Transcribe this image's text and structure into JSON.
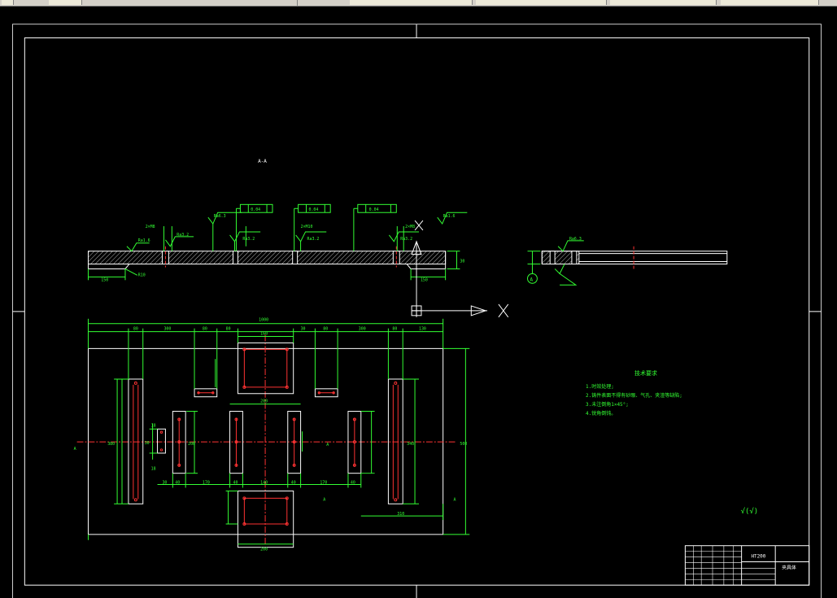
{
  "toolbar": {
    "buttons": [
      "back-button",
      "forward-button",
      "layer-dropdown",
      "linetype-dropdown",
      "lineweight-dropdown",
      "plotstyle-dropdown"
    ]
  },
  "drawing": {
    "section_label": "A-A",
    "roughness": [
      "Ra1.6",
      "Ra3.2",
      "Ra6.3",
      "Ra3.2",
      "Ra3.2",
      "Ra1.6",
      "Ra3.2",
      "Ra6.3"
    ],
    "tolerances": [
      "0.04",
      "0.04",
      "0.04"
    ],
    "section_dims": {
      "left": "150",
      "right": "150",
      "height": "30",
      "radius": "R10",
      "hole_note_left": "2×M8",
      "hole_note_mid": "2×M10",
      "hole_note_right": "2×M8"
    },
    "plan_dims": {
      "overall_width": "1000",
      "top": [
        "80",
        "300",
        "80",
        "160",
        "80",
        "30",
        "80",
        "300",
        "80",
        "130"
      ],
      "center_width": "280",
      "center_square": "160",
      "bottom": [
        "30",
        "40",
        "170",
        "40",
        "140",
        "40",
        "170",
        "40"
      ],
      "bottom_square": "200",
      "right_span": "310",
      "height": "500",
      "left_heights": [
        "380",
        "340",
        "200"
      ],
      "side_marks": [
        "18",
        "30",
        "18"
      ]
    },
    "axis_x_label": "X",
    "datum_label": "A",
    "roughness_symbol": "√(√)",
    "colors": {
      "outline": "#ffffff",
      "dimension": "#33ff33",
      "center": "#ff3333",
      "hatch": "#ffffff",
      "frame": "#ffffff"
    }
  },
  "tech_notes": {
    "title": "技术要求",
    "lines": [
      "1.时效处理;",
      "2.铸件表面不得有砂眼、气孔、夹渣等缺陷;",
      "3.未注倒角1×45°;",
      "4.锐角倒钝。"
    ]
  },
  "title_block": {
    "material": "HT200",
    "part_name": "夹具体"
  }
}
